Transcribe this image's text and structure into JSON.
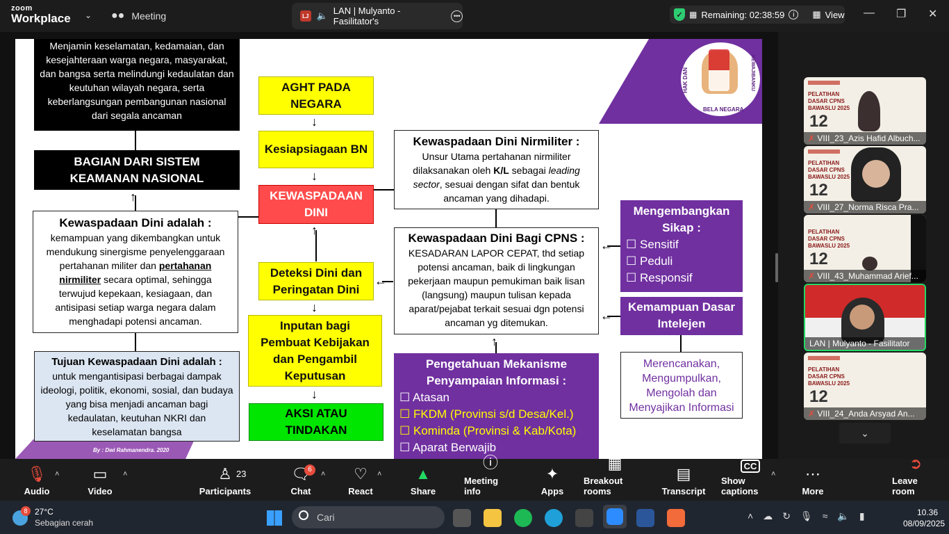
{
  "app": {
    "logo_top": "zoom",
    "logo_bottom": "Workplace"
  },
  "topbar": {
    "meeting_label": "Meeting",
    "share_badge": "LJ",
    "share_title": "LAN | Mulyanto - Fasilitator's",
    "remaining": "Remaining: 02:38:59",
    "view_label": "View"
  },
  "slide": {
    "top_black_box": "Menjamin keselamatan, kedamaian, dan kesejahteraan warga negara, masyarakat, dan bangsa serta melindungi kedaulatan dan keutuhan wilayah negara, serta keberlangsungan pembangunan nasional dari segala ancaman",
    "bagian": "BAGIAN DARI SISTEM KEAMANAN NASIONAL",
    "def_title": "Kewaspadaan Dini adalah :",
    "def_body_1": "kemampuan yang dikembangkan untuk mendukung sinergisme penyelenggaraan pertahanan militer dan",
    "def_body_bold": "pertahanan nirmiliter",
    "def_body_2": "secara optimal, sehingga terwujud kepekaan, kesiagaan, dan antisipasi setiap warga negara dalam menghadapi potensi ancaman.",
    "tujuan_title": "Tujuan Kewaspadaan Dini adalah :",
    "tujuan_body": "untuk mengantisipasi berbagai dampak ideologi, politik, ekonomi, sosial, dan budaya yang bisa menjadi ancaman bagi kedaulatan, keutuhan NKRI dan keselamatan bangsa",
    "credit": "By : Dwi Rahmanendra. 2020",
    "aght": "AGHT PADA NEGARA",
    "kesiapsiagaan": "Kesiapsiagaan BN",
    "kewaspadaan": "KEWASPADAAN DINI",
    "deteksi": "Deteksi Dini dan Peringatan Dini",
    "inputan": "Inputan bagi Pembuat Kebijakan dan Pengambil Keputusan",
    "aksi": "AKSI ATAU TINDAKAN",
    "nirmiliter_title": "Kewaspadaan Dini Nirmiliter :",
    "nirmiliter_a": "Unsur Utama pertahanan nirmiliter dilaksanakan oleh",
    "nirmiliter_kl": "K/L",
    "nirmiliter_b": "sebagai",
    "nirmiliter_ls": "leading sector",
    "nirmiliter_c": ", sesuai dengan sifat dan bentuk ancaman yang dihadapi.",
    "cpns_title": "Kewaspadaan Dini Bagi CPNS :",
    "cpns_body": "KESADARAN LAPOR CEPAT, thd setiap potensi ancaman, baik di lingkungan pekerjaan maupun pemukiman baik lisan (langsung) maupun tulisan kepada aparat/pejabat terkait sesuai dgn potensi ancaman yg ditemukan.",
    "pengetahuan_title": "Pengetahuan Mekanisme Penyampaian Informasi :",
    "pengetahuan_items": [
      "Atasan",
      "FKDM (Provinsi s/d Desa/Kel.)",
      "Kominda (Provinsi & Kab/Kota)",
      "Aparat Berwajib"
    ],
    "sikap_title": "Mengembangkan Sikap :",
    "sikap_items": [
      "Sensitif",
      "Peduli",
      "Responsif"
    ],
    "intelijen_title": "Kemampuan Dasar Intelejen",
    "merencanakan": "Merencanakan, Mengumpulkan, Mengolah dan Menyajikan Informasi",
    "logo_text_left": "HAK DAN",
    "logo_text_bottom": "BELA NEGARA",
    "logo_text_right": "KEWAJIBANKU"
  },
  "participants_panel": {
    "tile_text": "PELATIHAN DASAR CPNS BAWASLU 2025",
    "tile_num": "12",
    "tiles": [
      {
        "name": "VIII_23_Azis Hafid Albuch..."
      },
      {
        "name": "VIII_27_Norma Risca Pra..."
      },
      {
        "name": "VIII_43_Muhammad Arief..."
      },
      {
        "name": "LAN | Mulyanto - Fasilitator"
      },
      {
        "name": "VIII_24_Anda Arsyad An..."
      }
    ]
  },
  "toolbar": {
    "audio": "Audio",
    "video": "Video",
    "participants": "Participants",
    "participants_count": "23",
    "chat": "Chat",
    "chat_badge": "6",
    "react": "React",
    "share": "Share",
    "meeting_info": "Meeting info",
    "apps": "Apps",
    "breakout": "Breakout rooms",
    "transcript": "Transcript",
    "show_captions": "Show captions",
    "more": "More",
    "leave": "Leave room"
  },
  "taskbar": {
    "weather_badge": "8",
    "temp": "27°C",
    "weather": "Sebagian cerah",
    "search_placeholder": "Cari",
    "time": "10.36",
    "date": "08/09/2025"
  },
  "colors": {
    "slide_purple": "#7030a0",
    "yellow": "#ffff00",
    "red": "#ff4b4b",
    "green": "#00e600",
    "zoom_green": "#23d962"
  }
}
